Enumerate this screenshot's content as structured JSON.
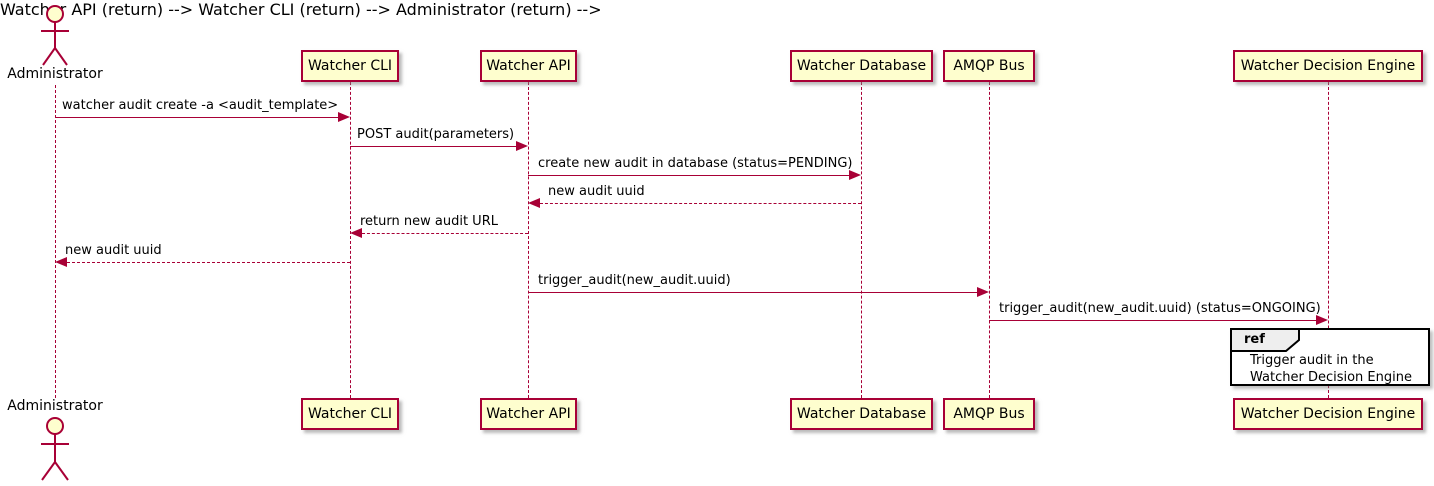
{
  "diagram_type": "uml-sequence",
  "actor": {
    "name": "Administrator"
  },
  "participants": [
    {
      "name": "Watcher CLI"
    },
    {
      "name": "Watcher API"
    },
    {
      "name": "Watcher Database"
    },
    {
      "name": "AMQP Bus"
    },
    {
      "name": "Watcher Decision Engine"
    }
  ],
  "messages": [
    {
      "label": "watcher audit create -a <audit_template>",
      "from": "Administrator",
      "to": "Watcher CLI",
      "line": "solid"
    },
    {
      "label": "POST audit(parameters)",
      "from": "Watcher CLI",
      "to": "Watcher API",
      "line": "solid"
    },
    {
      "label": "create new audit in database (status=PENDING)",
      "from": "Watcher API",
      "to": "Watcher Database",
      "line": "solid"
    },
    {
      "label": "new audit uuid",
      "from": "Watcher Database",
      "to": "Watcher API",
      "line": "dashed"
    },
    {
      "label": "return new audit URL",
      "from": "Watcher API",
      "to": "Watcher CLI",
      "line": "dashed"
    },
    {
      "label": "new audit uuid",
      "from": "Watcher CLI",
      "to": "Administrator",
      "line": "dashed"
    },
    {
      "label": "trigger_audit(new_audit.uuid)",
      "from": "Watcher API",
      "to": "AMQP Bus",
      "line": "solid"
    },
    {
      "label": "trigger_audit(new_audit.uuid) (status=ONGOING)",
      "from": "AMQP Bus",
      "to": "Watcher Decision Engine",
      "line": "solid"
    }
  ],
  "ref_fragment": {
    "keyword": "ref",
    "line1": "Trigger audit in the",
    "line2": "Watcher Decision Engine",
    "over": "Watcher Decision Engine"
  },
  "colors": {
    "participant_fill": "#FEFECE",
    "stroke": "#A80036",
    "text": "#000000",
    "ref_border": "#000000",
    "ref_tab_fill": "#EEEEEE",
    "background": "#FFFFFF"
  }
}
